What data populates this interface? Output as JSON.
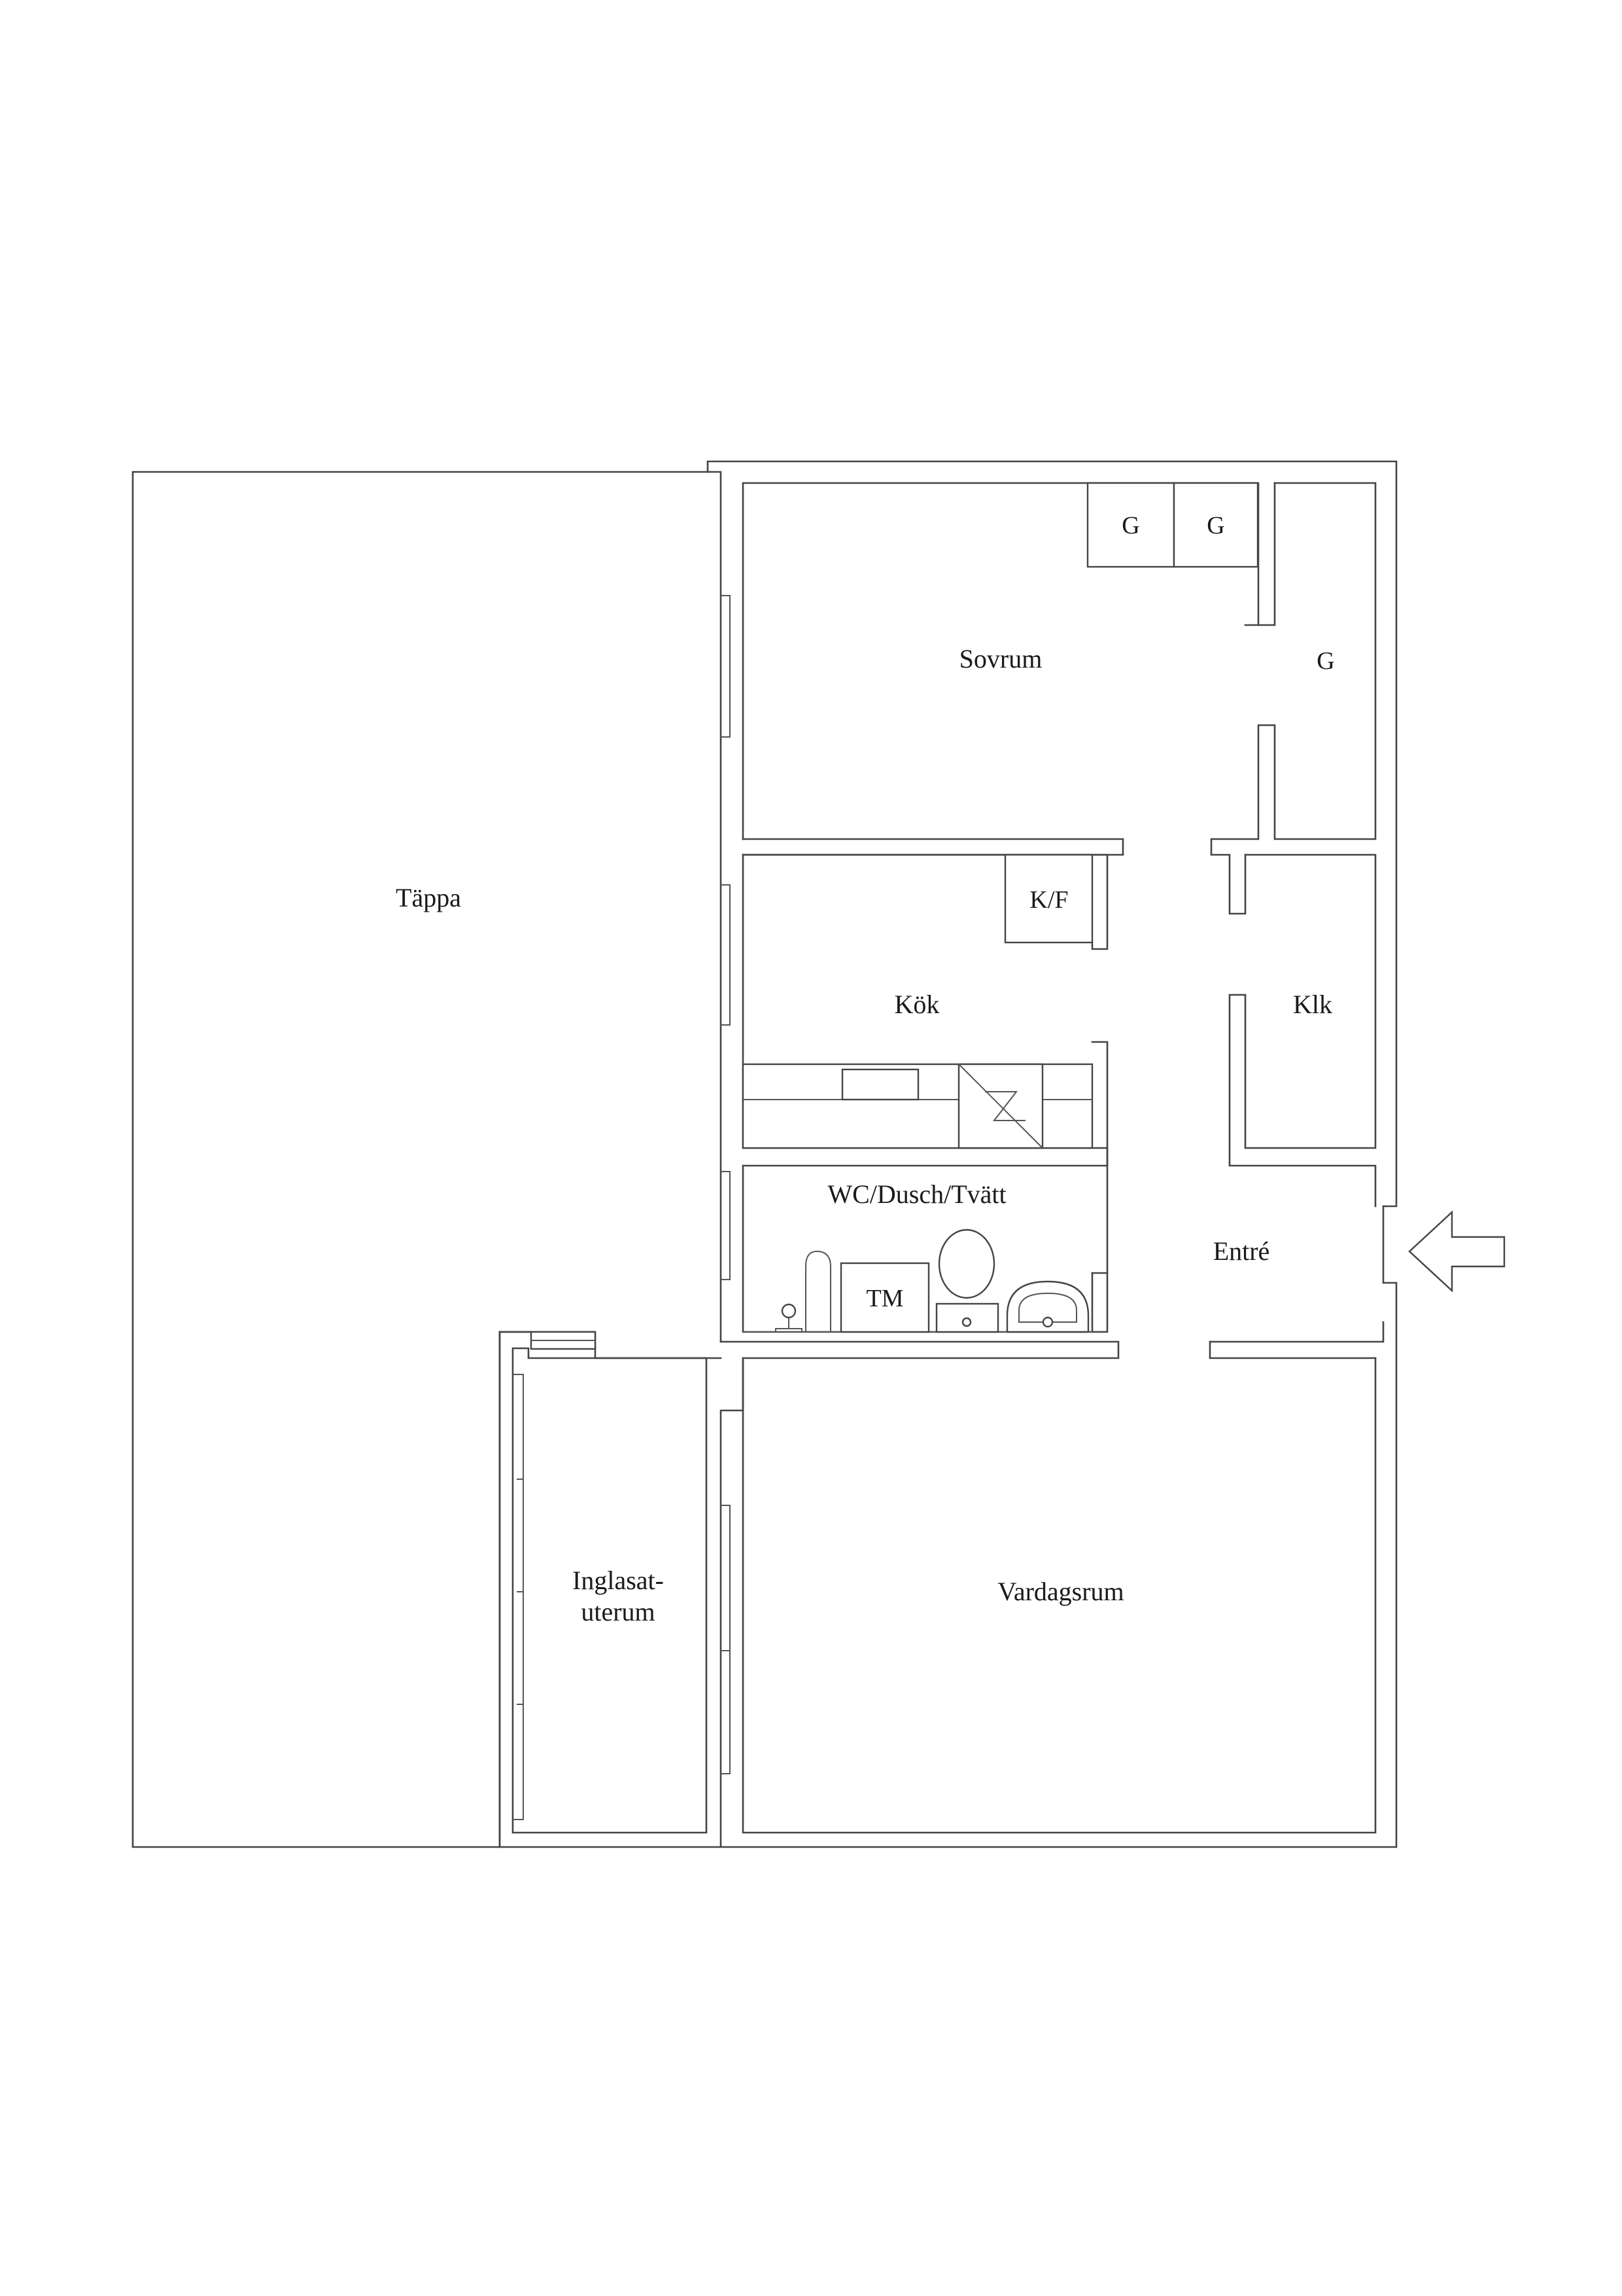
{
  "rooms": {
    "tappa": "Täppa",
    "sovrum": "Sovrum",
    "garderob_1": "G",
    "garderob_2": "G",
    "garderob_3": "G",
    "kf": "K/F",
    "kok": "Kök",
    "klk": "Klk",
    "wc": "WC/Dusch/Tvätt",
    "tm": "TM",
    "entre": "Entré",
    "uterum_line1": "Inglasat-",
    "uterum_line2": "uterum",
    "vardagsrum": "Vardagsrum"
  },
  "icons": {
    "entrance": "entrance-arrow-icon",
    "stove": "stove-icon",
    "toilet": "toilet-icon",
    "sink": "sink-icon",
    "shower": "shower-icon"
  }
}
